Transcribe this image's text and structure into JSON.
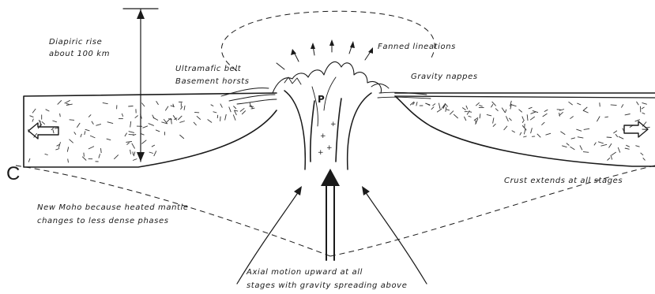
{
  "panel_label": "C",
  "labels": {
    "diapiric_rise_line1": "Diapiric rise",
    "diapiric_rise_line2": "about 100 km",
    "ultramafic_belt": "Ultramafic belt",
    "basement_horsts": "Basement horsts",
    "fanned_lineations": "Fanned lineations",
    "gravity_nappes": "Gravity nappes",
    "p_marker": "P",
    "crust_extends": "Crust extends at all stages",
    "new_moho_line1": "New Moho because heated mantle",
    "new_moho_line2": "changes to less dense phases",
    "axial_motion_line1": "Axial motion upward at all",
    "axial_motion_line2": "stages with gravity spreading above"
  },
  "icons": {
    "left_arrow": "hollow-arrow-left",
    "right_arrow": "hollow-arrow-right",
    "rise_arrow": "double-headed-arrow-vertical",
    "axial_arrow": "double-shaft-arrow-up"
  }
}
